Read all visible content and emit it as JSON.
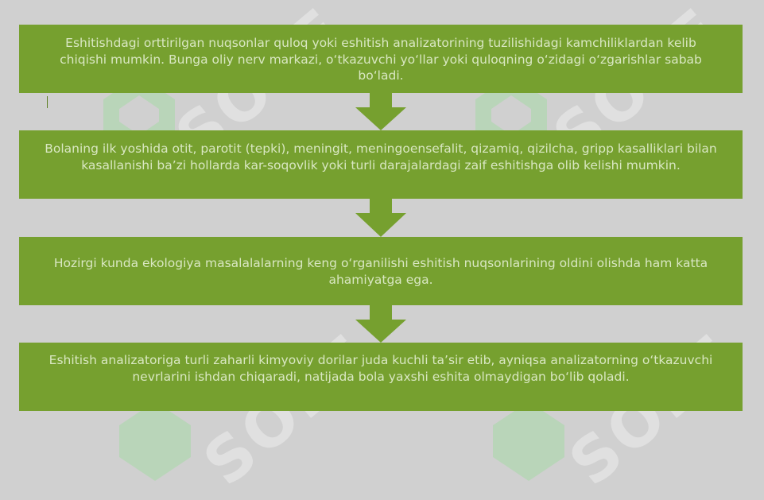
{
  "flow": {
    "steps": [
      {
        "text": "Eshitishdagi orttirilgan nuqsonlar quloq yoki eshitish analizatorining tuzilishidagi kamchiliklardan kelib chiqishi mumkin. Bunga oliy nerv markazi, o‘tkazuvchi yo‘llar yoki quloqning o‘zidagi o‘zgarishlar sabab bo‘ladi."
      },
      {
        "text": "Bolaning ilk yoshida otit, parotit (tepki), meningit, meningoensefalit, qizamiq, qizilcha, gripp kasalliklari bilan kasallanishi ba’zi hollarda kar-soqovlik yoki turli darajalardagi zaif eshitishga olib kelishi mumkin."
      },
      {
        "text": "Hozirgi kunda ekologiya masalalalarning keng o‘rganilishi eshitish nuqsonlarining oldini olishda ham katta ahamiyatga ega."
      },
      {
        "text": "Eshitish analizatoriga turli zaharli kimyoviy dorilar juda kuchli ta’sir etib, ayniqsa analizatorning o‘tkazuvchi nevrlarini ishdan chiqaradi, natijada bola yaxshi eshita olmaydigan bo‘lib qoladi."
      }
    ]
  },
  "colors": {
    "background": "#d0d0d0",
    "box_fill": "#76a02f",
    "box_text": "#d9e7c2",
    "arrow_fill": "#76a02f",
    "watermark": "#ffffff"
  },
  "watermark": {
    "text": "SOFF",
    "icon": "green-logo-icon"
  }
}
